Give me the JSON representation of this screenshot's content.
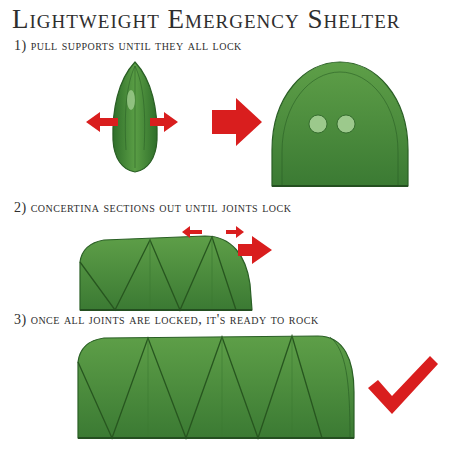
{
  "diagram": {
    "title": "Lightweight Emergency Shelter",
    "labels": [
      "1) pull supports until they all lock",
      "2) concertina sections out until joints lock",
      "3) once all joints are locked, it's ready to rock"
    ]
  }
}
